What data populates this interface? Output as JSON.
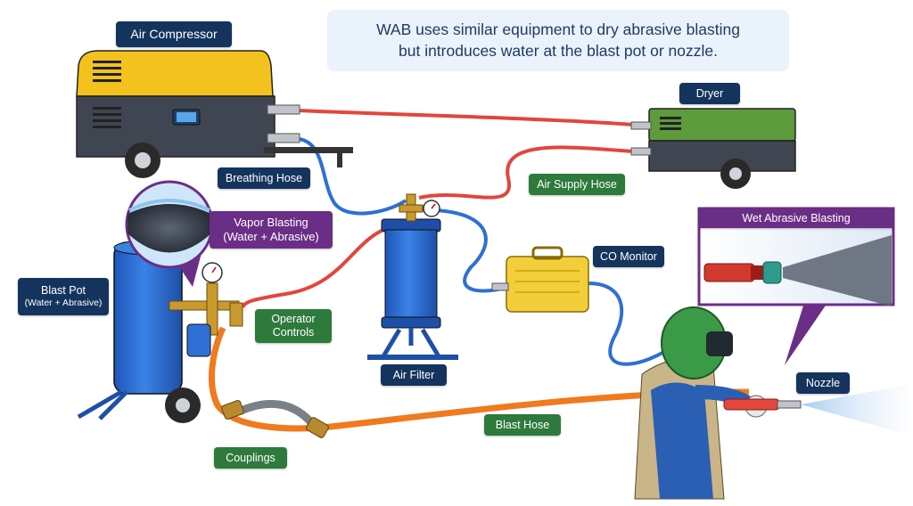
{
  "headline": {
    "line1": "WAB uses similar equipment to dry abrasive blasting",
    "line2": "but introduces water at the blast pot or nozzle."
  },
  "labels": {
    "air_compressor": "Air Compressor",
    "breathing_hose": "Breathing Hose",
    "dryer": "Dryer",
    "air_supply_hose": "Air Supply Hose",
    "vapor_blasting_title": "Vapor Blasting",
    "vapor_blasting_sub": "(Water + Abrasive)",
    "blast_pot_title": "Blast Pot",
    "blast_pot_sub": "(Water + Abrasive)",
    "operator_controls_1": "Operator",
    "operator_controls_2": "Controls",
    "air_filter": "Air Filter",
    "co_monitor": "CO Monitor",
    "wet_abrasive_blasting": "Wet Abrasive Blasting",
    "nozzle": "Nozzle",
    "blast_hose": "Blast Hose",
    "couplings": "Couplings"
  },
  "colors": {
    "navy_label": "#14345e",
    "green_label": "#2e7a3c",
    "purple_label": "#6b2e86",
    "blast_hose": "#f07a1e",
    "air_hose": "#e2463c",
    "breathing_hose": "#2f6fd6",
    "compressor_yellow": "#f4c21e",
    "dryer_green": "#5e9b3c",
    "equipment_blue": "#2f6fd6",
    "co_monitor_yellow": "#f2cf3a"
  }
}
